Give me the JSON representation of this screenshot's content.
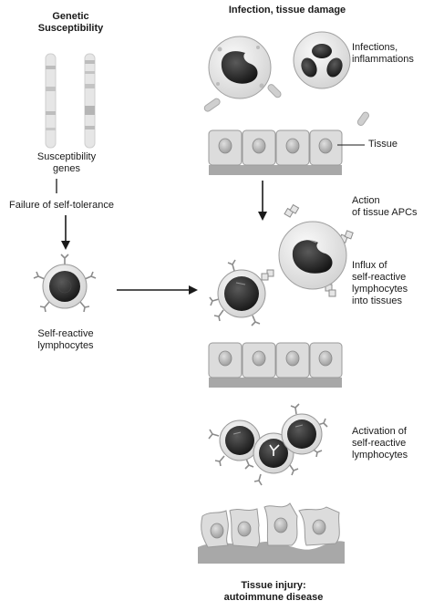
{
  "labels": {
    "genetic": [
      "Genetic",
      "Susceptibility"
    ],
    "infection_damage": "Infection, tissue damage",
    "infections": [
      "Infections,",
      "inflammations"
    ],
    "tissue": "Tissue",
    "susceptibility_genes": [
      "Susceptibility",
      "genes"
    ],
    "failure": "Failure of self-tolerance",
    "action_apcs": [
      "Action",
      "of tissue APCs"
    ],
    "influx": [
      "Influx of",
      "self-reactive",
      "lymphocytes",
      "into tissues"
    ],
    "self_reactive": [
      "Self-reactive",
      "lymphocytes"
    ],
    "activation": [
      "Activation of",
      "self-reactive",
      "lymphocytes"
    ],
    "tissue_injury": [
      "Tissue injury:",
      "autoimmune disease"
    ]
  },
  "colors": {
    "nucleus_dark": "#2b2b2b",
    "cell_fill": "#e4e4e4",
    "tissue_cell": "#d6d6d6",
    "tissue_nucleus": "#b3b3b3",
    "membrane": "#8c8c8c",
    "arrow": "#1a1a1a"
  }
}
